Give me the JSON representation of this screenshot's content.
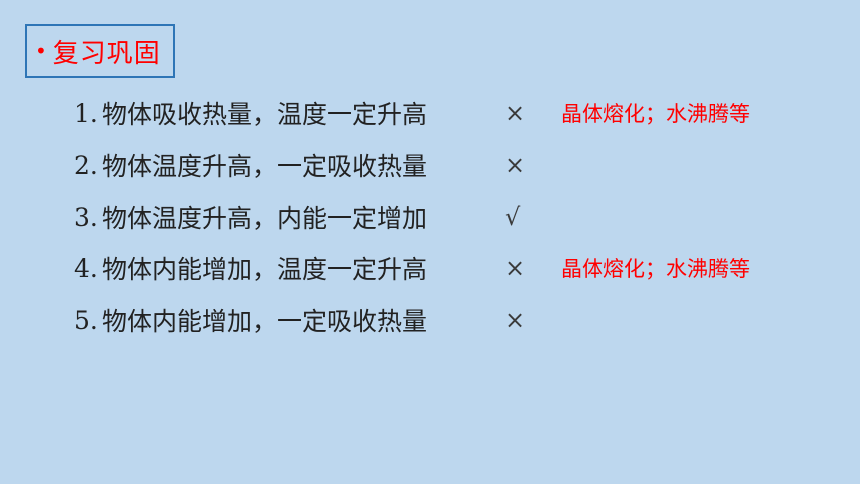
{
  "title": {
    "bullet": "•",
    "text": "复习巩固"
  },
  "items": [
    {
      "number": "1.",
      "text": "物体吸收热量，温度一定升高",
      "mark": "×",
      "note": "晶体熔化；水沸腾等"
    },
    {
      "number": "2.",
      "text": "物体温度升高，一定吸收热量",
      "mark": "×",
      "note": ""
    },
    {
      "number": "3.",
      "text": "物体温度升高，内能一定增加",
      "mark": "√",
      "note": ""
    },
    {
      "number": "4.",
      "text": "物体内能增加，温度一定升高",
      "mark": "×",
      "note": "晶体熔化；水沸腾等"
    },
    {
      "number": "5.",
      "text": "物体内能增加，一定吸收热量",
      "mark": "×",
      "note": ""
    }
  ],
  "colors": {
    "background": "#bdd7ee",
    "title_border": "#2e75b6",
    "accent_red": "#ff0000",
    "body_text": "#222222"
  }
}
